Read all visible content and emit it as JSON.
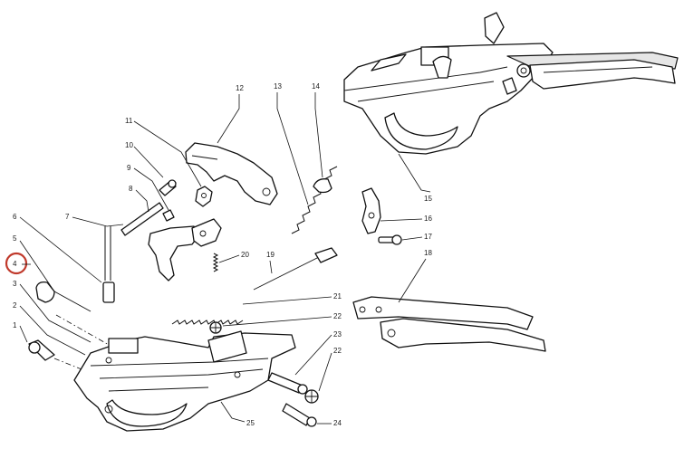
{
  "diagram": {
    "highlight_color": "#c0392b",
    "line_color": "#111111",
    "highlighted_callout": "4",
    "callouts": {
      "c1": "1",
      "c2": "2",
      "c3": "3",
      "c4": "4",
      "c5": "5",
      "c6": "6",
      "c7": "7",
      "c8": "8",
      "c9": "9",
      "c10": "10",
      "c11": "11",
      "c12": "12",
      "c13": "13",
      "c14": "14",
      "c15": "15",
      "c16": "16",
      "c17": "17",
      "c18": "18",
      "c19": "19",
      "c20": "20",
      "c21": "21",
      "c22a": "22",
      "c22b": "22",
      "c23": "23",
      "c24": "24",
      "c25": "25"
    }
  }
}
